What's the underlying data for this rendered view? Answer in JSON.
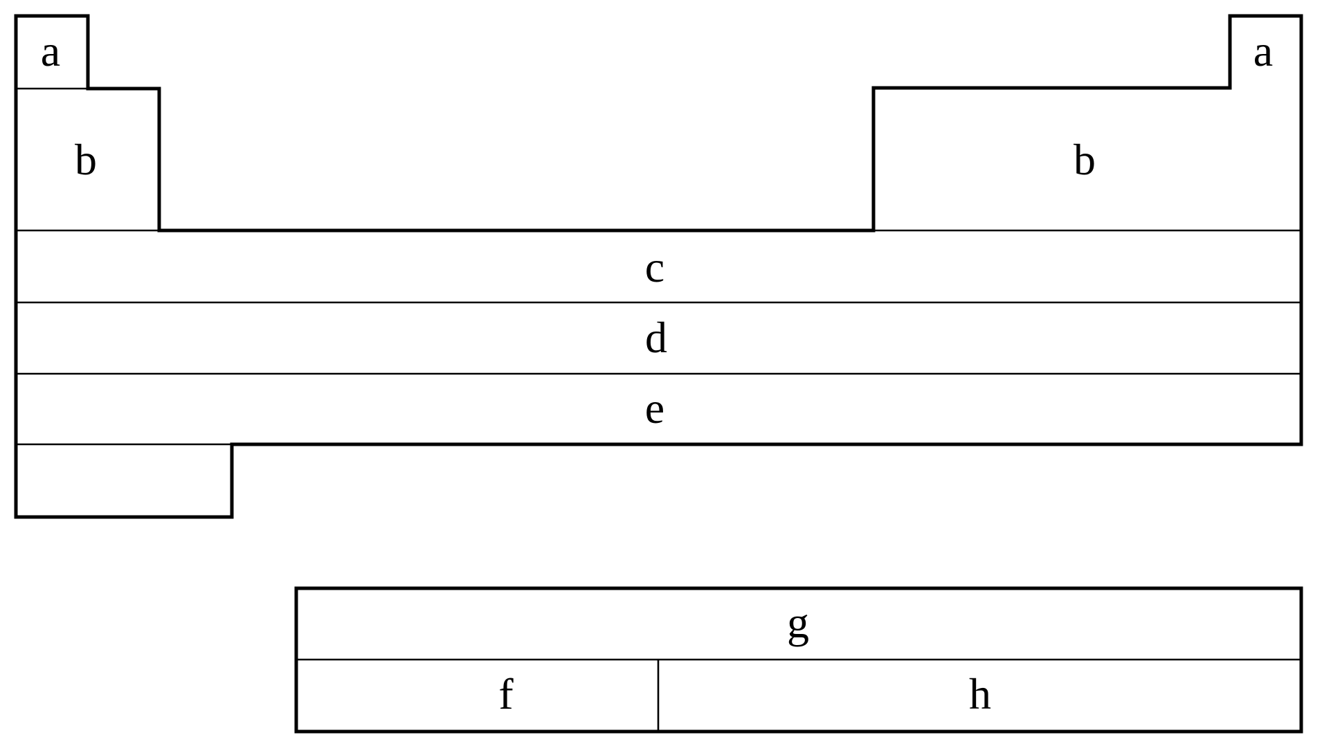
{
  "figure": {
    "background": "#ffffff",
    "line_color": "#000000"
  },
  "main_table": {
    "top_left_cell": "a",
    "top_right_cell": "a",
    "left_block": "b",
    "right_block": "b",
    "rows": [
      "c",
      "d",
      "e"
    ]
  },
  "detached_table": {
    "top_row": "g",
    "bottom_left_cell": "f",
    "bottom_right_cell": "h"
  }
}
